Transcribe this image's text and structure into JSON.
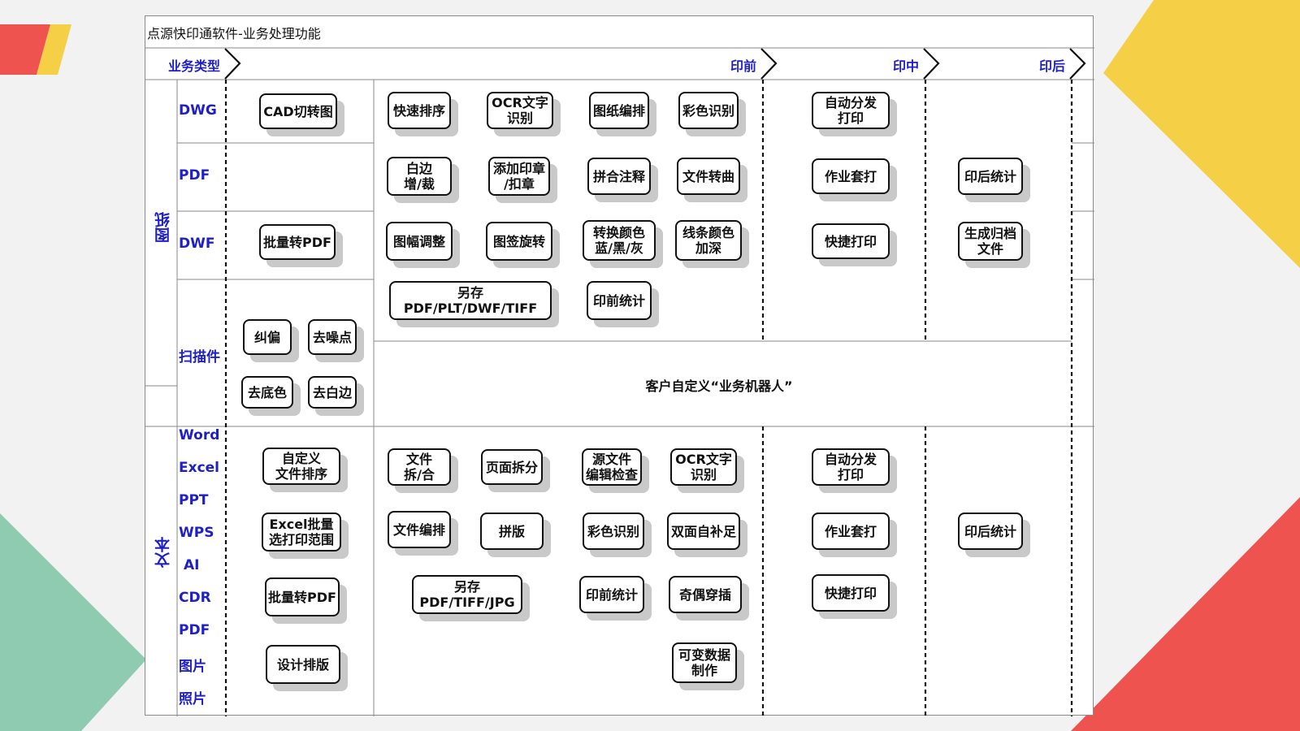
{
  "title": "点源快印通软件-业务处理功能",
  "header": {
    "business_type": "业务类型",
    "phases": {
      "pre": "印前",
      "mid": "印中",
      "post": "印后"
    }
  },
  "groups": {
    "drawings": "图纸",
    "text": "文本"
  },
  "rows": {
    "dwg": "DWG",
    "pdf": "PDF",
    "dwf": "DWF",
    "scan": "扫描件",
    "text_types": [
      "Word",
      "Excel",
      "PPT",
      "WPS",
      "AI",
      "CDR",
      "PDF",
      "图片",
      "照片"
    ]
  },
  "boxes": {
    "cad_convert": "CAD切转图",
    "dwf_batch_pdf": "批量转PDF",
    "deskew": "纠偏",
    "denoise": "去噪点",
    "remove_bg": "去底色",
    "remove_margin": "去白边",
    "quick_sort": "快速排序",
    "ocr_drawing": "OCR文字\n识别",
    "drawing_layout": "图纸编排",
    "color_detect_drawing": "彩色识别",
    "margin_add_crop": "白边\n增/裁",
    "add_seal": "添加印章\n/扣章",
    "merge_annot": "拼合注释",
    "file_to_curve": "文件转曲",
    "size_adjust": "图幅调整",
    "title_rotate": "图签旋转",
    "color_convert": "转换颜色\n蓝/黑/灰",
    "line_darken": "线条颜色\n加深",
    "save_as_drawing": "另存\nPDF/PLT/DWF/TIFF",
    "pre_stats_drawing": "印前统计",
    "auto_dispatch_drawing": "自动分发\n打印",
    "job_overlay_drawing": "作业套打",
    "quick_print_drawing": "快捷打印",
    "post_stats_drawing": "印后统计",
    "archive_file": "生成归档\n文件",
    "custom_sort": "自定义\n文件排序",
    "excel_range": "Excel批量\n选打印范围",
    "text_batch_pdf": "批量转PDF",
    "design_layout": "设计排版",
    "split_merge": "文件\n拆/合",
    "page_split": "页面拆分",
    "source_check": "源文件\n编辑检查",
    "ocr_text": "OCR文字\n识别",
    "file_layout": "文件编排",
    "imposition": "拼版",
    "color_detect_text": "彩色识别",
    "duplex_fill": "双面自补足",
    "save_as_text": "另存\nPDF/TIFF/JPG",
    "pre_stats_text": "印前统计",
    "odd_even": "奇偶穿插",
    "variable_data": "可变数据\n制作",
    "auto_dispatch_text": "自动分发\n打印",
    "job_overlay_text": "作业套打",
    "quick_print_text": "快捷打印",
    "post_stats_text": "印后统计"
  },
  "custom_robot": "客户自定义“业务机器人”",
  "colors": {
    "label_blue": "#1f1fc8",
    "red": "#ef5350",
    "yellow": "#f5cf45",
    "green": "#8fcbb0"
  }
}
